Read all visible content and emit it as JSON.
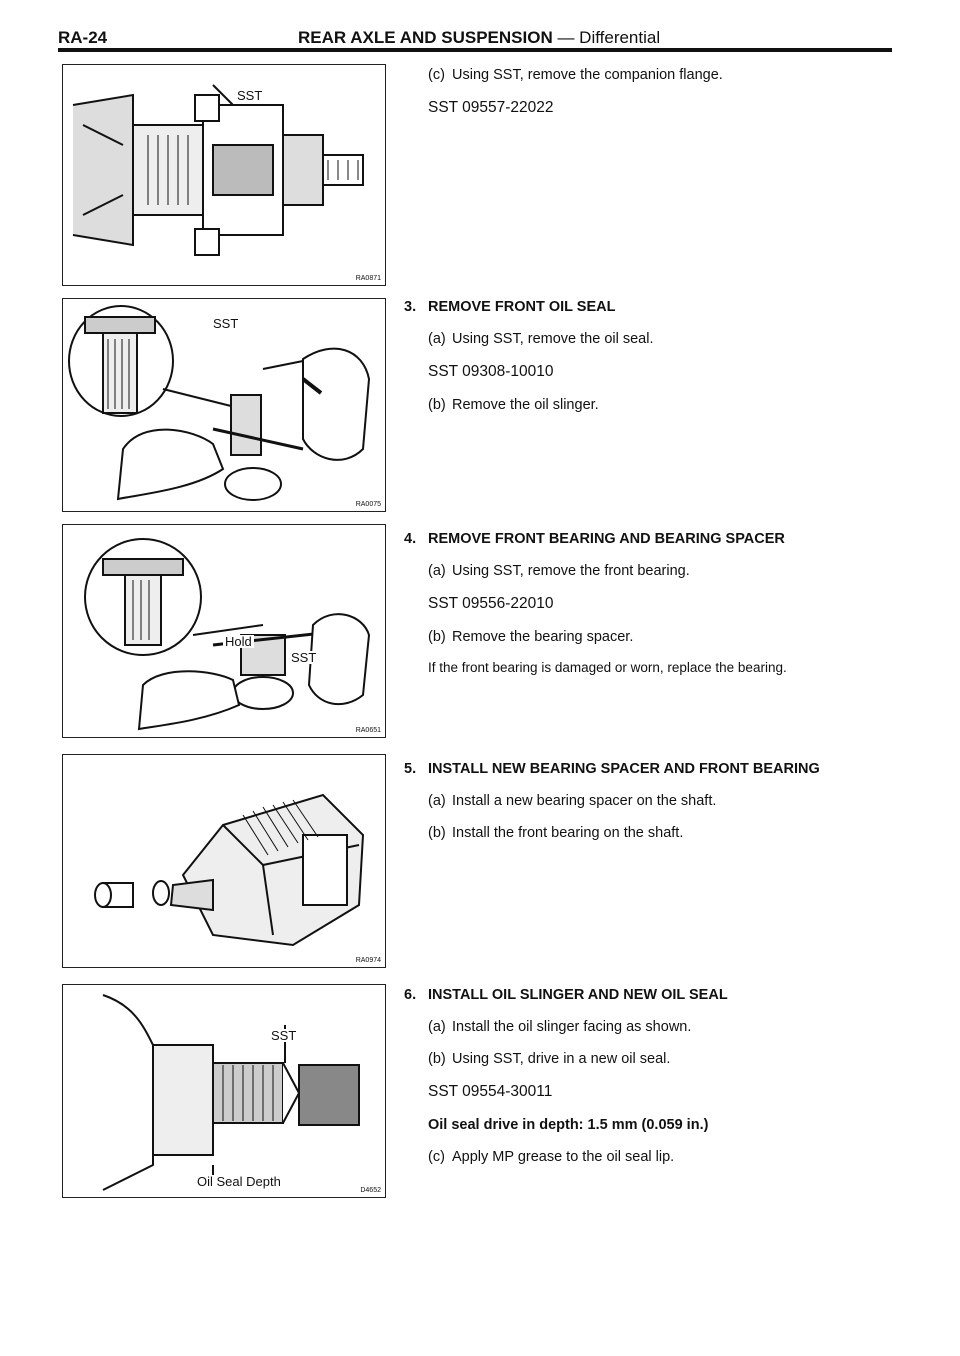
{
  "header": {
    "page_number": "RA-24",
    "title": "REAR AXLE AND SUSPENSION",
    "subtitle": " — Differential"
  },
  "figures": [
    {
      "code": "RA0871",
      "labels": [
        "SST"
      ]
    },
    {
      "code": "RA0075",
      "labels": [
        "SST"
      ]
    },
    {
      "code": "RA0651",
      "labels": [
        "Hold",
        "SST"
      ]
    },
    {
      "code": "RA0974",
      "labels": []
    },
    {
      "code": "D4652",
      "labels": [
        "SST",
        "Oil Seal Depth"
      ]
    }
  ],
  "sections": [
    {
      "number": "",
      "heading": "",
      "lines": [
        {
          "tag": "(c)",
          "text": "Using SST, remove the companion flange."
        },
        {
          "tag": "",
          "text": "SST 09557-22022"
        }
      ]
    },
    {
      "number": "3.",
      "heading": "REMOVE FRONT OIL SEAL",
      "lines": [
        {
          "tag": "(a)",
          "text": "Using SST, remove the oil seal."
        },
        {
          "tag": "",
          "text": "SST 09308-10010"
        },
        {
          "tag": "(b)",
          "text": "Remove the oil slinger."
        }
      ]
    },
    {
      "number": "4.",
      "heading": "REMOVE FRONT BEARING AND BEARING SPACER",
      "lines": [
        {
          "tag": "(a)",
          "text": "Using SST, remove the front bearing."
        },
        {
          "tag": "",
          "text": "SST 09556-22010"
        },
        {
          "tag": "(b)",
          "text": "Remove the bearing spacer."
        },
        {
          "tag": "",
          "text": "If the front bearing is damaged or worn, replace the bearing."
        }
      ]
    },
    {
      "number": "5.",
      "heading": "INSTALL NEW BEARING SPACER AND FRONT BEARING",
      "lines": [
        {
          "tag": "(a)",
          "text": "Install a new bearing spacer on the shaft."
        },
        {
          "tag": "(b)",
          "text": "Install the front bearing on the shaft."
        }
      ]
    },
    {
      "number": "6.",
      "heading": "INSTALL OIL SLINGER AND NEW OIL SEAL",
      "lines": [
        {
          "tag": "(a)",
          "text": "Install the oil slinger facing as shown."
        },
        {
          "tag": "(b)",
          "text": "Using SST, drive in a new oil seal."
        },
        {
          "tag": "",
          "text": "SST 09554-30011"
        },
        {
          "tag": "",
          "text": "Oil seal drive in depth:   1.5 mm (0.059 in.)"
        },
        {
          "tag": "(c)",
          "text": "Apply MP grease to the oil seal lip."
        }
      ]
    }
  ]
}
